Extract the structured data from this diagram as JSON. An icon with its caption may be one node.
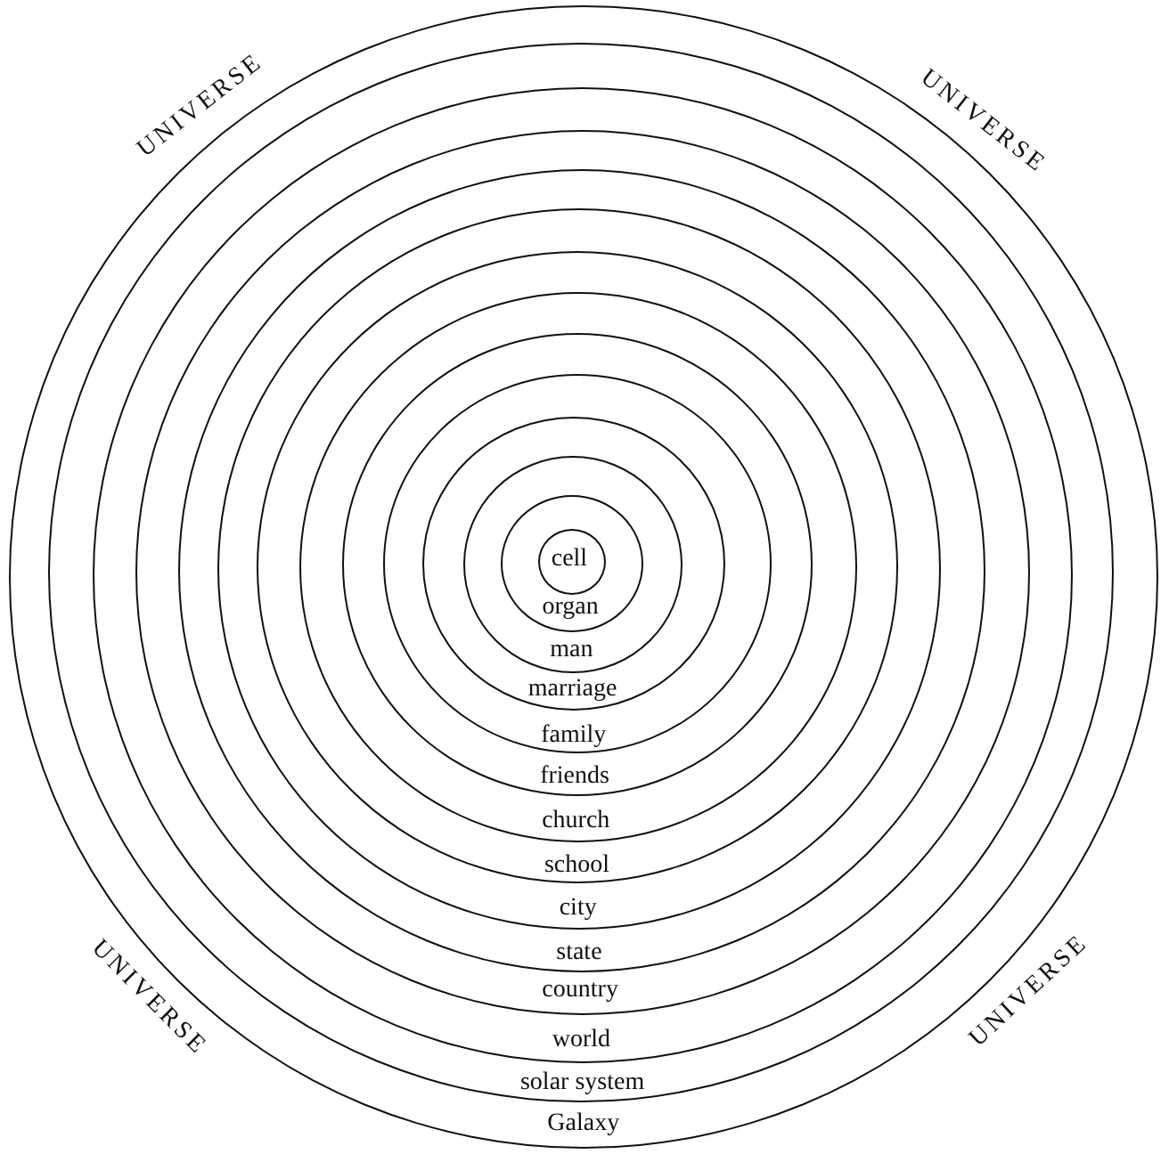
{
  "diagram": {
    "nodes": [
      {
        "text": [
          "Galaxy"
        ]
      },
      {
        "text": [
          "solar system"
        ],
        "in": 0
      },
      {
        "text": [
          "world"
        ],
        "in": 1
      },
      {
        "text": [
          "country"
        ],
        "in": 2
      },
      {
        "text": [
          "state"
        ],
        "in": 3
      },
      {
        "text": [
          "city"
        ],
        "in": 4
      },
      {
        "text": [
          "school"
        ],
        "in": 5
      },
      {
        "text": [
          "church"
        ],
        "in": 6
      },
      {
        "text": [
          "friends"
        ],
        "in": 7
      },
      {
        "text": [
          "family"
        ],
        "in": 8
      },
      {
        "text": [
          "marriage"
        ],
        "in": 9
      },
      {
        "text": [
          "man"
        ],
        "in": 10
      },
      {
        "text": [
          "organ"
        ],
        "in": 11
      },
      {
        "text": [
          "cell"
        ],
        "in": 12
      }
    ],
    "labels": [
      "UNIVERSE",
      "UNIVERSE",
      "UNIVERSE",
      "UNIVERSE"
    ]
  }
}
